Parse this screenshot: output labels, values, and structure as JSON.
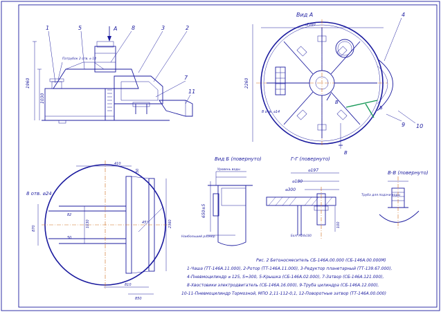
{
  "view_titles": {
    "view_a": "Вид А",
    "view_b": "Вид Б (повернуто)",
    "section_gg": "Г-Г (повернуто)",
    "section_vv": "В-В (повернуто)"
  },
  "position_numbers": [
    "1",
    "5",
    "A",
    "8",
    "3",
    "2",
    "7",
    "11",
    "4",
    "9",
    "10"
  ],
  "labels": {
    "outlet_note": "Патрубок 2 отв. ⌀ 14",
    "holes": "8 отв. ⌀24",
    "water_level": "Уровень воды",
    "pipe_label": "Труба для\nподачи воды",
    "view_b_note": "Наибольший размер",
    "b_mark": "Б",
    "v_mark": "В"
  },
  "dimensions": {
    "d_197": "⌀197",
    "d_180": "⌀180",
    "d_300": "⌀300",
    "d_2260": "⌀2260",
    "dim_1060": "1060",
    "dim_650": "650±5",
    "dim_100": "100"
  },
  "caption": [
    "Рис. 2 Бетоносмеситель СБ-146А.00.000 (СБ-146А.00.000М)",
    "1-Чаша (ТТ-146А.11.000), 2-Ротор (ТТ-146А.11.000), 3-Редуктор планетарный (ТТ-139.67.000),",
    "4-Пневмоцилиндр ⌀ 125, S=300, 5-Крышка (СБ-146А.02.000), 7-Затвор (СБ-146А.121.000),",
    "8-Хвостовики электродвигатель (СБ-146А.16.000), 9-Труба цилиндра (СБ-146А.12.000),",
    "10-11-Пневмоцилиндр Тормозной, МПО 2,11-112-0,1, 12-Поворотные затвор (ТТ-146А.00.000)"
  ]
}
